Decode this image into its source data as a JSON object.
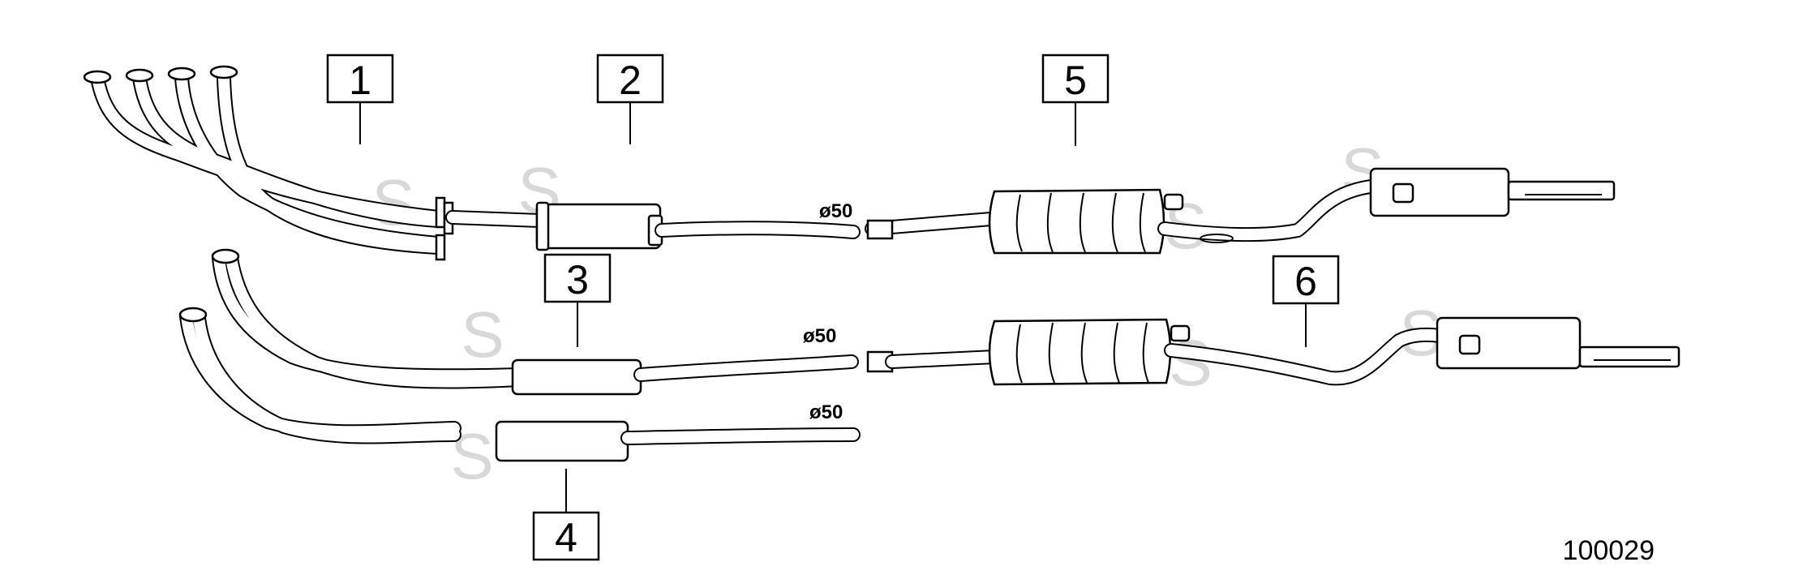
{
  "callouts": [
    {
      "label": "1"
    },
    {
      "label": "2"
    },
    {
      "label": "3"
    },
    {
      "label": "4"
    },
    {
      "label": "5"
    },
    {
      "label": "6"
    }
  ],
  "dimensions": [
    {
      "label": "ø50"
    },
    {
      "label": "ø50"
    },
    {
      "label": "ø50"
    }
  ],
  "reference_number": "100029",
  "colors": {
    "line": "#000000",
    "background": "#ffffff",
    "watermark": "#d8d8d8"
  }
}
